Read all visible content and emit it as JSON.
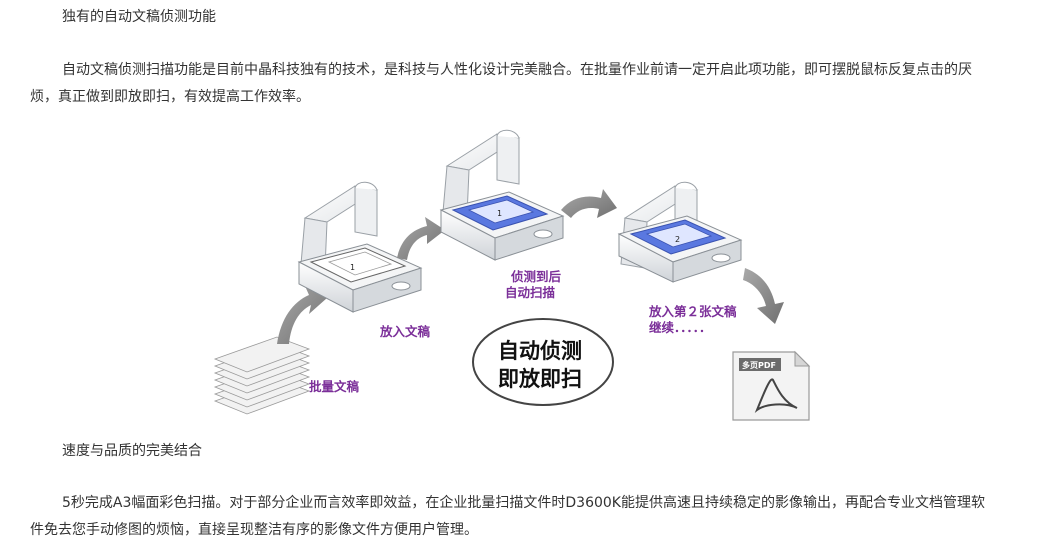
{
  "section1": {
    "heading": "独有的自动文稿侦测功能",
    "paragraph": "自动文稿侦测扫描功能是目前中晶科技独有的技术，是科技与人性化设计完美融合。在批量作业前请一定开启此项功能，即可摆脱鼠标反复点击的厌烦，真正做到即放即扫，有效提高工作效率。"
  },
  "figure": {
    "labels": {
      "batch_docs": "批量文稿",
      "place_doc": "放入文稿",
      "detect_line1": "侦测到后",
      "detect_line2": "自动扫描",
      "second_line1": "放入第２张文稿",
      "second_line2": "继续．．．．．",
      "oval_line1": "自动侦测",
      "oval_line2": "即放即扫",
      "pdf_tag": "多页PDF"
    },
    "page_numbers": [
      "1",
      "1",
      "2"
    ],
    "colors": {
      "label": "#7b2f99",
      "arrow": "#8a8a8a",
      "scan_blue": "#5a78e0"
    },
    "icons": [
      "scanner-icon",
      "arrow-icon",
      "paper-stack-icon",
      "pdf-file-icon"
    ]
  },
  "section2": {
    "heading": "速度与品质的完美结合",
    "paragraph": "5秒完成A3幅面彩色扫描。对于部分企业而言效率即效益，在企业批量扫描文件时D3600K能提供高速且持续稳定的影像输出，再配合专业文档管理软件免去您手动修图的烦恼，直接呈现整洁有序的影像文件方便用户管理。"
  }
}
